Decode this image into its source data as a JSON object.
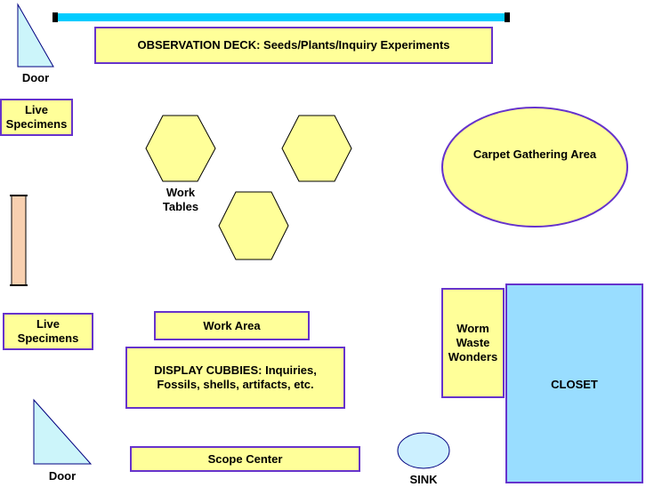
{
  "colors": {
    "fill": "#ffff99",
    "border": "#6633cc",
    "window": "#00ccff",
    "door": "#ccf5fa",
    "wall": "#f8d0b0",
    "closet": "#99ddff",
    "sink": "#ccf0ff"
  },
  "labels": {
    "observation_deck": "OBSERVATION DECK: Seeds/Plants/Inquiry Experiments",
    "door_top": "Door",
    "door_bottom": "Door",
    "live_specimens_top": "Live Specimens",
    "live_specimens_bottom": "Live Specimens",
    "work_tables": "Work Tables",
    "carpet": "Carpet Gathering Area",
    "work_area": "Work Area",
    "display_cubbies": "DISPLAY CUBBIES: Inquiries, Fossils, shells, artifacts, etc.",
    "worm": "Worm Waste Wonders",
    "closet": "CLOSET",
    "scope_center": "Scope Center",
    "sink": "SINK"
  }
}
